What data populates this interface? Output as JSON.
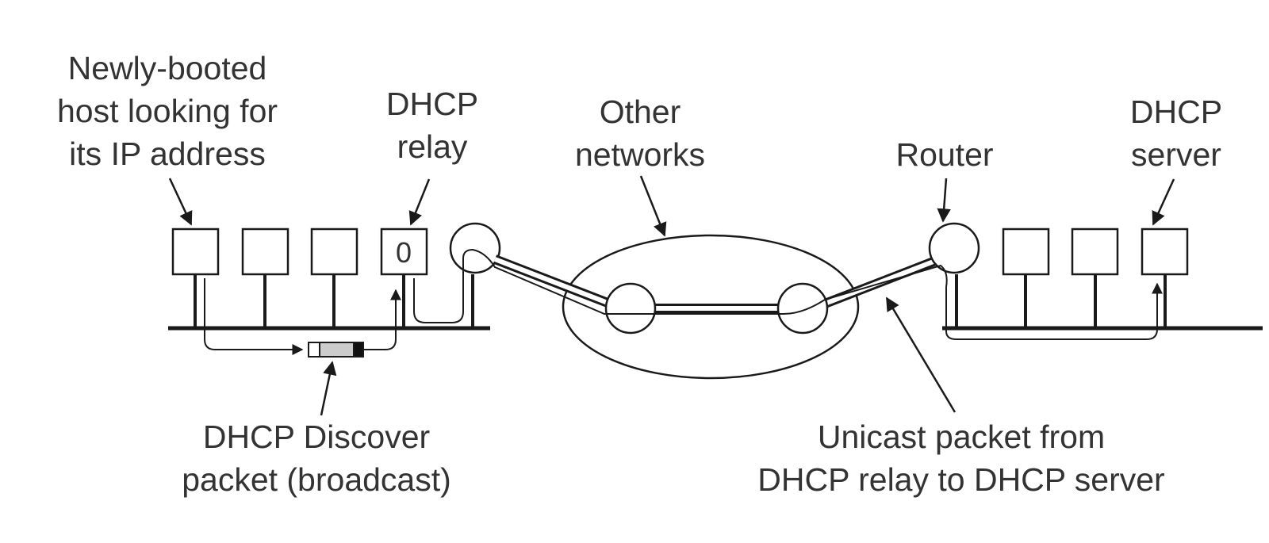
{
  "labels": {
    "host_line1": "Newly-booted",
    "host_line2": "host looking for",
    "host_line3": "its IP address",
    "relay_line1": "DHCP",
    "relay_line2": "relay",
    "other_line1": "Other",
    "other_line2": "networks",
    "router": "Router",
    "server_line1": "DHCP",
    "server_line2": "server",
    "discover_line1": "DHCP Discover",
    "discover_line2": "packet (broadcast)",
    "unicast_line1": "Unicast packet from",
    "unicast_line2": "DHCP relay to DHCP server",
    "relay_box_text": "0"
  },
  "colors": {
    "ink": "#1a1a1a",
    "text": "#333333",
    "packet_fill": "#cccccc",
    "packet_end": "#111111"
  }
}
